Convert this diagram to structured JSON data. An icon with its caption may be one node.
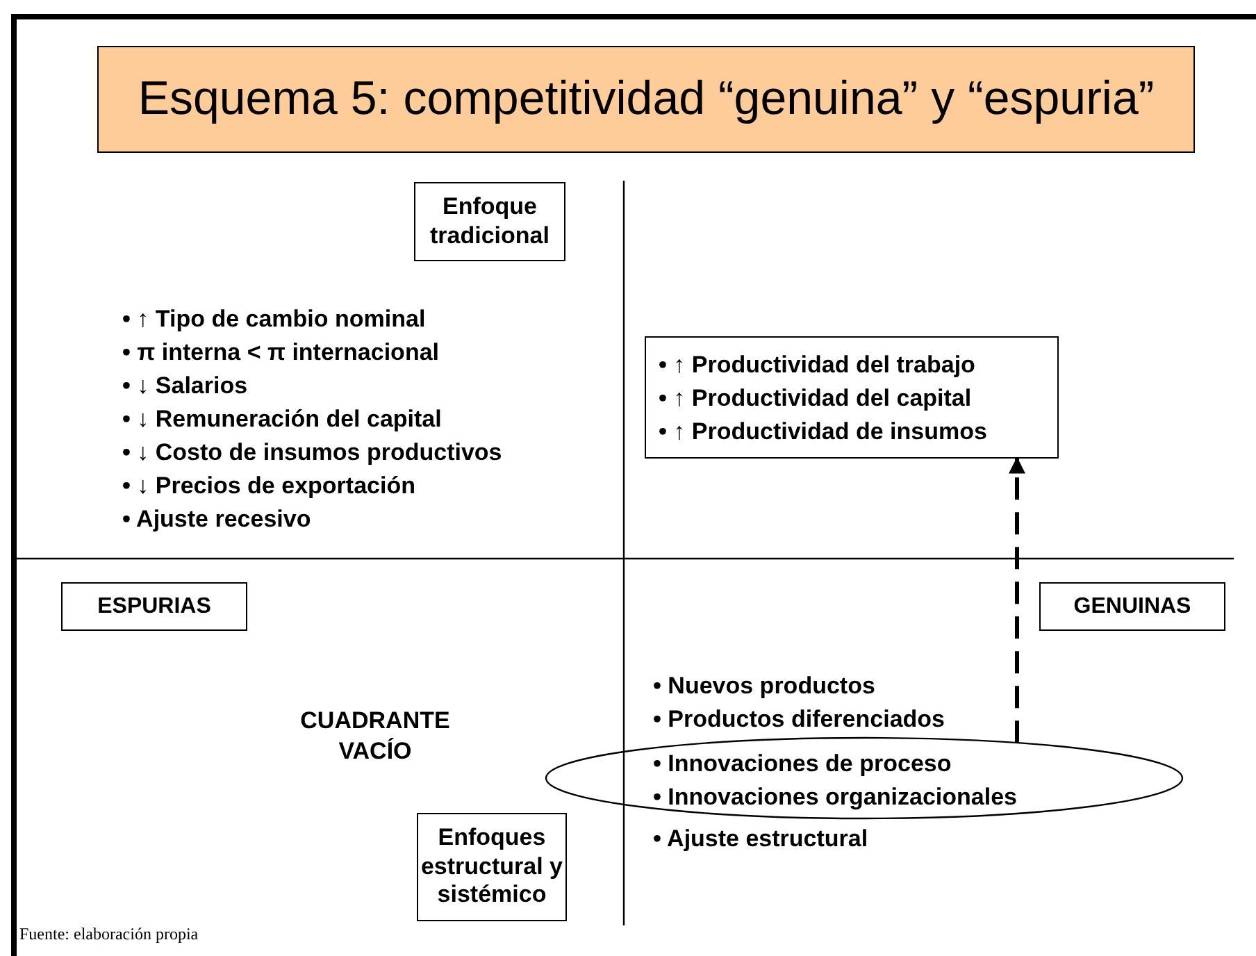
{
  "diagram": {
    "title": "Esquema 5: competitividad “genuina” y “espuria”",
    "nodes": [
      {
        "text": [
          "Enfoque tradicional"
        ]
      },
      {
        "text": [
          "• ↑ Productividad del trabajo",
          "• ↑ Productividad del capital",
          "• ↑ Productividad de insumos"
        ]
      },
      {
        "text": [
          "ESPURIAS"
        ]
      },
      {
        "text": [
          "GENUINAS"
        ]
      },
      {
        "text": [
          "• Innovaciones de proceso",
          "• Innovaciones organizacionales"
        ]
      },
      {
        "text": [
          "Enfoques estructural y sistémico"
        ]
      }
    ],
    "edges": [
      {
        "from": 4,
        "to": 1,
        "arrow": "to",
        "style": "dashed"
      }
    ],
    "labels": [
      "• ↑ Tipo de cambio nominal",
      "• π interna < π internacional",
      "• ↓ Salarios",
      "• ↓ Remuneración del capital",
      "• ↓ Costo de insumos productivos",
      "• ↓ Precios de exportación",
      "• Ajuste recesivo",
      "CUADRANTE VACÍO",
      "• Nuevos productos",
      "• Productos diferenciados",
      "• Ajuste estructural",
      "Fuente: elaboración propia"
    ]
  }
}
